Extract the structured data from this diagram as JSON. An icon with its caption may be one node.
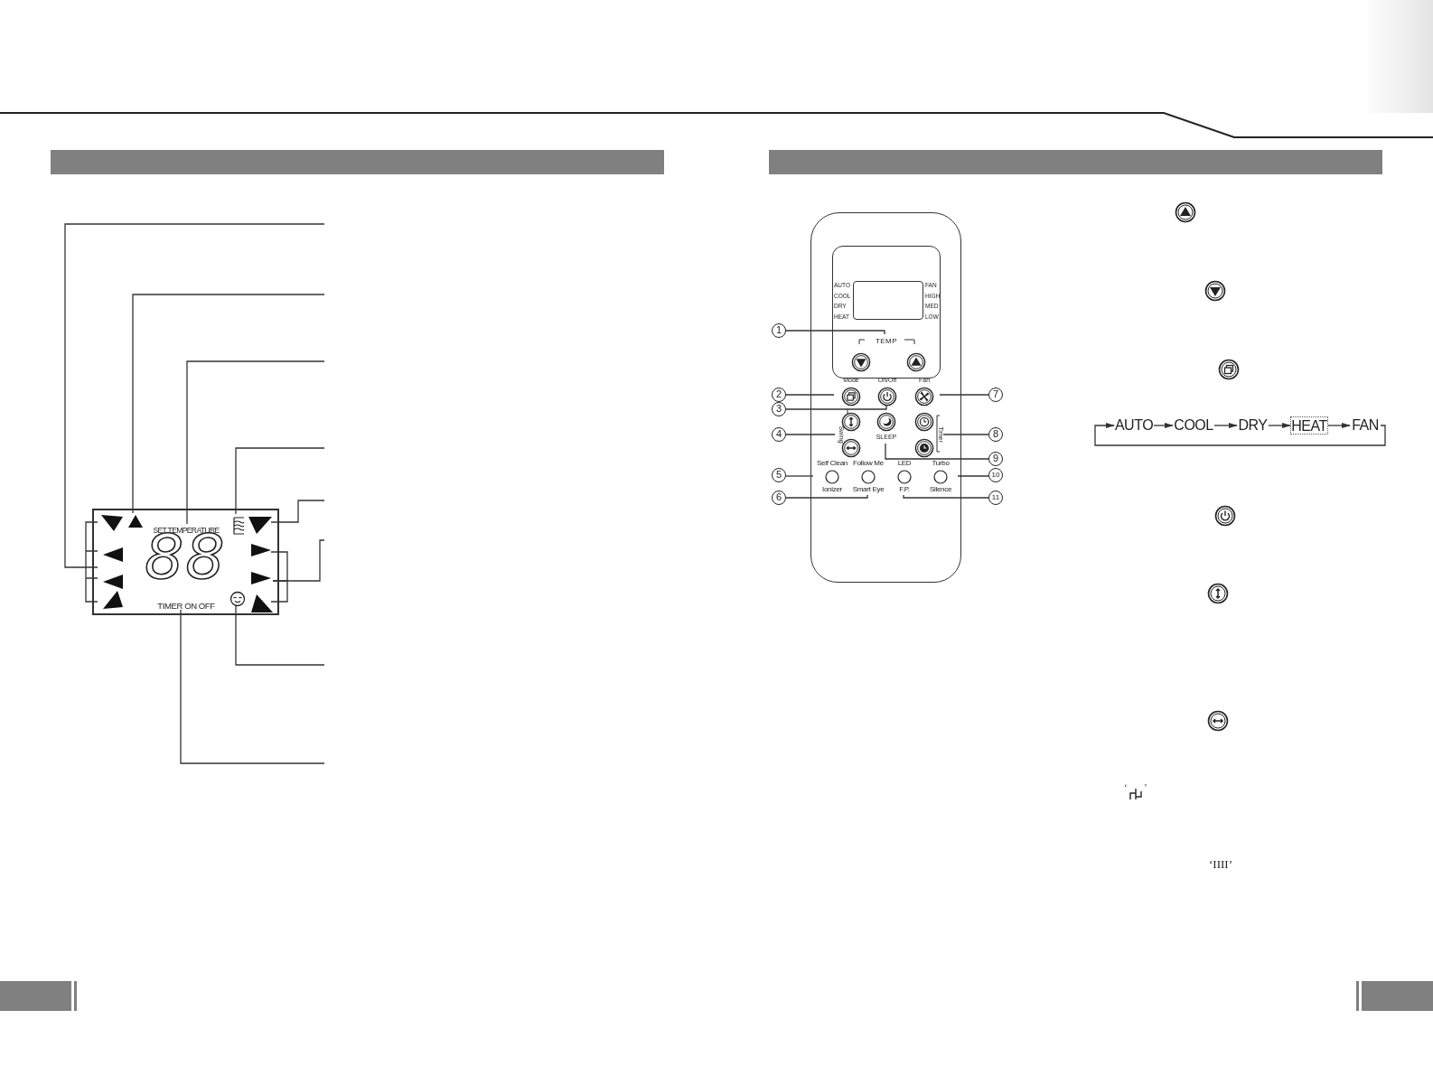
{
  "diagram": {
    "nodes": [
      {
        "text": [],
        "shape": "box"
      },
      {
        "text": [],
        "shape": "triangle",
        "in": 0
      },
      {
        "text": [],
        "shape": "triangle",
        "in": 0
      },
      {
        "text": [
          "SET TEMPERATURE"
        ],
        "in": 0
      },
      {
        "text": [],
        "shape": "icon",
        "in": 0
      },
      {
        "text": [],
        "shape": "triangle",
        "in": 0
      },
      {
        "text": [],
        "shape": "triangle",
        "in": 0
      },
      {
        "text": [],
        "shape": "icon",
        "in": 0
      },
      {
        "text": [
          "TIMER ON OFF"
        ],
        "in": 0
      },
      {
        "text": [],
        "shape": "box"
      },
      {
        "text": [
          "AUTO",
          "COOL",
          "DRY",
          "HEAT",
          "FAN",
          "HIGH",
          "MED",
          "LOW"
        ],
        "in": 9
      },
      {
        "text": [
          "TEMP"
        ],
        "in": 10
      },
      {
        "text": [],
        "shape": "circle",
        "in": 10
      },
      {
        "text": [],
        "shape": "circle",
        "in": 10
      },
      {
        "text": [
          "Mode"
        ],
        "in": 9
      },
      {
        "text": [
          "On/Off"
        ],
        "in": 9
      },
      {
        "text": [
          "Fan"
        ],
        "in": 9
      },
      {
        "text": [
          "Swing"
        ],
        "in": 9
      },
      {
        "text": [],
        "shape": "circle",
        "in": 9
      },
      {
        "text": [],
        "shape": "circle",
        "in": 9
      },
      {
        "text": [
          "SLEEP"
        ],
        "in": 9
      },
      {
        "text": [
          "Timer"
        ],
        "in": 9
      },
      {
        "text": [],
        "shape": "circle",
        "in": 9
      },
      {
        "text": [],
        "shape": "circle",
        "in": 9
      },
      {
        "text": [
          "Self Clean",
          "Ionizer"
        ],
        "in": 9
      },
      {
        "text": [
          "Follow Me",
          "Smart Eye"
        ],
        "in": 9
      },
      {
        "text": [
          "LED",
          "F.P."
        ],
        "in": 9
      },
      {
        "text": [
          "Turbo",
          "Silence"
        ],
        "in": 9
      },
      {
        "text": [
          "1"
        ]
      },
      {
        "text": [
          "2"
        ]
      },
      {
        "text": [
          "3"
        ]
      },
      {
        "text": [
          "4"
        ]
      },
      {
        "text": [
          "5"
        ]
      },
      {
        "text": [
          "6"
        ]
      },
      {
        "text": [
          "7"
        ]
      },
      {
        "text": [
          "8"
        ]
      },
      {
        "text": [
          "9"
        ]
      },
      {
        "text": [
          "10"
        ]
      },
      {
        "text": [
          "11"
        ]
      },
      {
        "text": [
          "AUTO"
        ]
      },
      {
        "text": [
          "COOL"
        ]
      },
      {
        "text": [
          "DRY"
        ]
      },
      {
        "text": [
          "HEAT"
        ]
      },
      {
        "text": [
          "FAN"
        ]
      },
      {
        "text": [],
        "shape": "box",
        "in": 10
      }
    ],
    "edges": [
      {
        "from": null,
        "to": 1,
        "arrow": "none"
      },
      {
        "from": null,
        "to": 2,
        "arrow": "none"
      },
      {
        "from": null,
        "to": 3,
        "arrow": "none"
      },
      {
        "from": null,
        "to": 4,
        "arrow": "none"
      },
      {
        "from": null,
        "to": 5,
        "arrow": "none"
      },
      {
        "from": null,
        "to": 6,
        "arrow": "none"
      },
      {
        "from": null,
        "to": 7,
        "arrow": "none"
      },
      {
        "from": null,
        "to": 8,
        "arrow": "none"
      },
      {
        "from": 28,
        "to": 11,
        "arrow": "none"
      },
      {
        "from": 29,
        "to": 14,
        "arrow": "none"
      },
      {
        "from": 30,
        "to": 15,
        "arrow": "none"
      },
      {
        "from": 31,
        "to": 17,
        "arrow": "none"
      },
      {
        "from": 32,
        "to": 24,
        "arrow": "none"
      },
      {
        "from": 33,
        "to": 25,
        "arrow": "none"
      },
      {
        "from": 34,
        "to": 16,
        "arrow": "none"
      },
      {
        "from": 35,
        "to": 21,
        "arrow": "none"
      },
      {
        "from": 36,
        "to": 20,
        "arrow": "none"
      },
      {
        "from": 37,
        "to": 27,
        "arrow": "none"
      },
      {
        "from": 38,
        "to": 26,
        "arrow": "none"
      },
      {
        "from": 39,
        "to": 40,
        "arrow": "to"
      },
      {
        "from": 40,
        "to": 41,
        "arrow": "to"
      },
      {
        "from": 41,
        "to": 42,
        "arrow": "to"
      },
      {
        "from": 42,
        "to": 43,
        "arrow": "to"
      },
      {
        "from": 43,
        "to": 39,
        "arrow": "to"
      }
    ],
    "labels": [
      "88",
      "‘",
      "’",
      "‘IIII’"
    ]
  }
}
